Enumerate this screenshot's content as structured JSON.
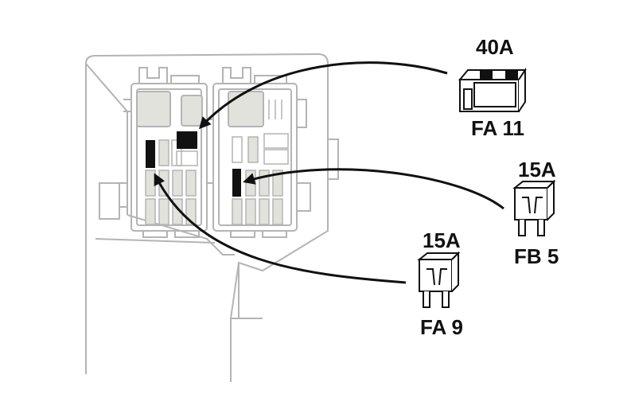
{
  "fuses": [
    {
      "id": "fa11",
      "amperage": "40A",
      "position_label": "FA 11"
    },
    {
      "id": "fb5",
      "amperage": "15A",
      "position_label": "FB 5"
    },
    {
      "id": "fa9",
      "amperage": "15A",
      "position_label": "FA 9"
    }
  ],
  "colors": {
    "box_outline": "#b4b4b4",
    "fuse_gray": "#e2e2dc",
    "highlight": "#111111",
    "arrow": "#111111"
  }
}
